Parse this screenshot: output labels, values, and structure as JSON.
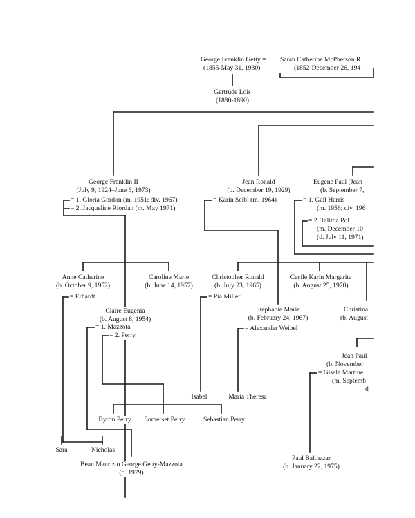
{
  "people": {
    "george_franklin_getty": {
      "name": "George Franklin Getty =",
      "dates": "(1855-May 31, 1930)"
    },
    "sarah_catherine": {
      "name": "Sarah Catherine McPherson R",
      "dates": "(1852-December 26, 194"
    },
    "gertrude_lois": {
      "name": "Gertrude Lois",
      "dates": "(1880-1890)"
    },
    "george_franklin_ii": {
      "name": "George Franklin II",
      "dates": "(July 9, 1924–June 6, 1973)",
      "spouse1": "= 1. Gloria Gordon (m. 1951; div. 1967)",
      "spouse2": "= 2. Jacqueline Riordan (m. May 1971)"
    },
    "jean_ronald": {
      "name": "Jean Ronald",
      "dates": "(b. December 19, 1929)",
      "spouse": "= Karin Seibl (m. 1964)"
    },
    "eugene_paul": {
      "name": "Eugene Paul (Jean",
      "dates": "(b. September 7,",
      "spouse1": "= 1. Gail Harris",
      "spouse1_detail": "(m. 1956; div. 196",
      "spouse2": "= 2. Talitha Pol",
      "spouse2_detail1": "(m. December 10",
      "spouse2_detail2": "(d. July 11, 1971)"
    },
    "anne_catherine": {
      "name": "Anne Catherine",
      "dates": "(b. October 9, 1952)",
      "spouse": "= Erhardt"
    },
    "caroline_marie": {
      "name": "Caroline Marie",
      "dates": "(b. June 14, 1957)"
    },
    "claire_eugenia": {
      "name": "Claire Eugenia",
      "dates": "(b. August 8, 1954)",
      "spouse1": "= 1. Mazzota",
      "spouse2": "= 2. Perry"
    },
    "christopher_ronald": {
      "name": "Christopher Ronald",
      "dates": "(b. July 23, 1965)",
      "spouse": "= Pia Miller"
    },
    "cecile_karin": {
      "name": "Cecile Karin Margarita",
      "dates": "(b. August 25, 1970)"
    },
    "stephanie_marie": {
      "name": "Stephanie Marie",
      "dates": "(b. February 24, 1967)",
      "spouse": "= Alexander Weibel"
    },
    "christina": {
      "name": "Christina",
      "dates": "(b. August"
    },
    "jean_paul": {
      "name": "Jean Paul",
      "dates": "(b. November",
      "spouse": "= Gisela Martine",
      "spouse_detail1": "(m. Septemb",
      "spouse_detail2": "d"
    },
    "isabel": {
      "name": "Isabel"
    },
    "maria_theresa": {
      "name": "Maria Theresa"
    },
    "byron_perry": {
      "name": "Byron Perry"
    },
    "somerset_perry": {
      "name": "Somerset Perry"
    },
    "sebastian_perry": {
      "name": "Sebastian Perry"
    },
    "sara": {
      "name": "Sara"
    },
    "nicholas": {
      "name": "Nicholas"
    },
    "beau_maurizio": {
      "name": "Beau Maurizio George Getty-Mazzota",
      "dates": "(b. 1979)"
    },
    "paul_balthazar": {
      "name": "Paul Balthazar",
      "dates": "(b. January 22, 1975)"
    }
  }
}
